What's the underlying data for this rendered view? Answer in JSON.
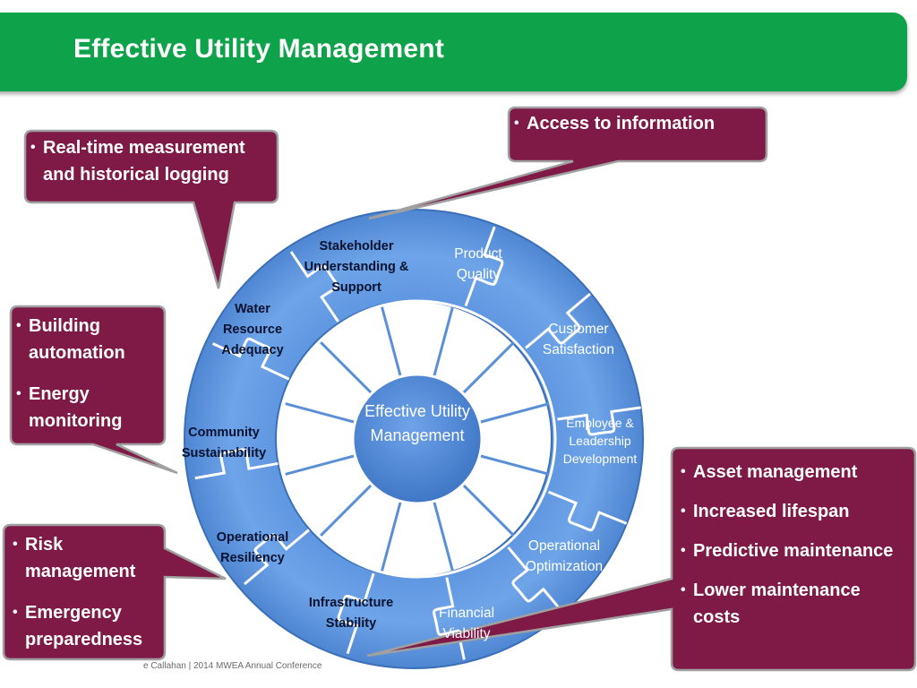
{
  "title": "Effective Utility Management",
  "colors": {
    "title_bar": "#0ea34a",
    "callout": "#7f1a47",
    "ring": "#6a9fe4",
    "hub": "#4e86d6"
  },
  "wheel": {
    "center": "Effective Utility Management",
    "segments": [
      {
        "label": "Stakeholder Understanding & Support",
        "style": "dark"
      },
      {
        "label": "Product Quality",
        "style": "light"
      },
      {
        "label": "Customer Satisfaction",
        "style": "light"
      },
      {
        "label": "Employee & Leadership Development",
        "style": "light"
      },
      {
        "label": "Operational Optimization",
        "style": "light"
      },
      {
        "label": "Financial Viability",
        "style": "light"
      },
      {
        "label": "Infrastructure Stability",
        "style": "dark"
      },
      {
        "label": "Operational Resiliency",
        "style": "dark"
      },
      {
        "label": "Community Sustainability",
        "style": "dark"
      },
      {
        "label": "Water Resource Adequacy",
        "style": "dark"
      }
    ]
  },
  "callouts": {
    "realtime": [
      "Real-time measurement and historical logging"
    ],
    "access": [
      "Access to information"
    ],
    "building": [
      "Building automation",
      "Energy monitoring"
    ],
    "risk": [
      "Risk management",
      "Emergency preparedness"
    ],
    "asset": [
      "Asset management",
      "Increased lifespan",
      "Predictive maintenance",
      "Lower maintenance costs"
    ]
  },
  "footer": "e Callahan | 2014 MWEA Annual Conference"
}
